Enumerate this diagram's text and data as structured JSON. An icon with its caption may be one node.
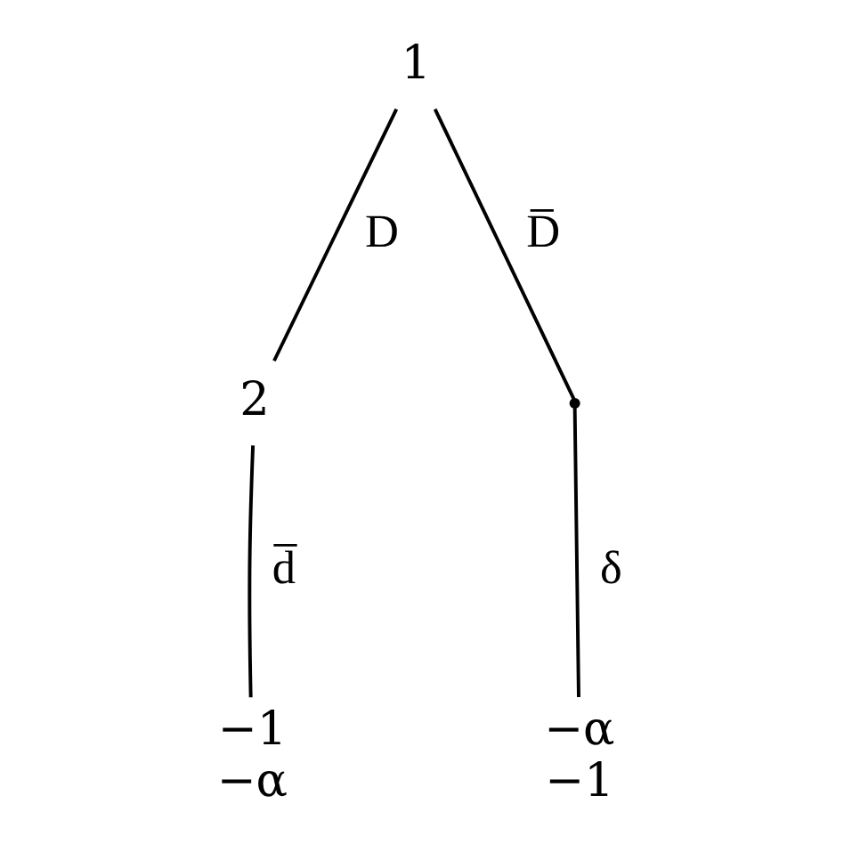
{
  "diagram": {
    "nodes": [
      {
        "text": [
          "1"
        ]
      },
      {
        "text": [
          "2"
        ]
      },
      {
        "text": [],
        "shape": "point"
      },
      {
        "text": [
          "−1",
          "−α"
        ]
      },
      {
        "text": [
          "−α",
          "−1"
        ]
      }
    ],
    "edges": [
      {
        "from": 0,
        "to": 1,
        "arrow": "none",
        "label": "D"
      },
      {
        "from": 0,
        "to": 2,
        "arrow": "none",
        "label": "D̅"
      },
      {
        "from": 1,
        "to": 3,
        "arrow": "none",
        "label": "d̅"
      },
      {
        "from": 2,
        "to": 4,
        "arrow": "none",
        "label": "δ"
      }
    ]
  }
}
